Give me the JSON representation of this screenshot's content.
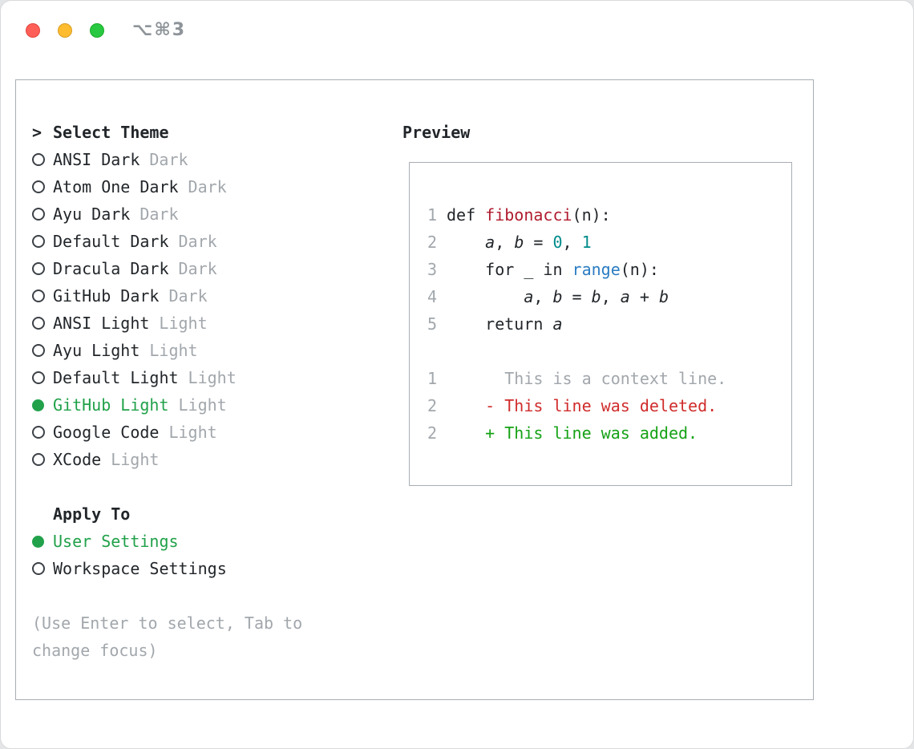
{
  "window": {
    "shortcut": "⌥⌘3"
  },
  "colors": {
    "text": "#22262a",
    "muted": "#a2a7ac",
    "selected-green": "#21a14a",
    "diff-green": "#16a216",
    "diff-red": "#d02c2c",
    "code-function": "#b01b2e",
    "code-number": "#008b8b",
    "code-builtin": "#2b7cc2",
    "border": "#a8aeb4",
    "traffic-red": "#ff5f57",
    "traffic-yellow": "#febc2e",
    "traffic-green": "#28c840"
  },
  "theme_panel": {
    "cursor": ">",
    "title": "Select Theme",
    "themes": [
      {
        "name": "ANSI Dark",
        "variant": "Dark",
        "selected": false
      },
      {
        "name": "Atom One Dark",
        "variant": "Dark",
        "selected": false
      },
      {
        "name": "Ayu Dark",
        "variant": "Dark",
        "selected": false
      },
      {
        "name": "Default Dark",
        "variant": "Dark",
        "selected": false
      },
      {
        "name": "Dracula Dark",
        "variant": "Dark",
        "selected": false
      },
      {
        "name": "GitHub Dark",
        "variant": "Dark",
        "selected": false
      },
      {
        "name": "ANSI Light",
        "variant": "Light",
        "selected": false
      },
      {
        "name": "Ayu Light",
        "variant": "Light",
        "selected": false
      },
      {
        "name": "Default Light",
        "variant": "Light",
        "selected": false
      },
      {
        "name": "GitHub Light",
        "variant": "Light",
        "selected": true
      },
      {
        "name": "Google Code",
        "variant": "Light",
        "selected": false
      },
      {
        "name": "XCode",
        "variant": "Light",
        "selected": false
      }
    ],
    "apply_to": {
      "title": "Apply To",
      "options": [
        {
          "label": "User Settings",
          "selected": true
        },
        {
          "label": "Workspace Settings",
          "selected": false
        }
      ]
    },
    "hint": "(Use Enter to select, Tab to change focus)"
  },
  "preview": {
    "title": "Preview",
    "lines": [
      {
        "num": "1",
        "tokens": [
          {
            "t": "def ",
            "c": "p"
          },
          {
            "t": "fibonacci",
            "c": "fn"
          },
          {
            "t": "(n):",
            "c": "p"
          }
        ]
      },
      {
        "num": "2",
        "tokens": [
          {
            "t": "    ",
            "c": "p"
          },
          {
            "t": "a",
            "c": "v"
          },
          {
            "t": ", ",
            "c": "p"
          },
          {
            "t": "b",
            "c": "v"
          },
          {
            "t": " = ",
            "c": "p"
          },
          {
            "t": "0",
            "c": "n"
          },
          {
            "t": ", ",
            "c": "p"
          },
          {
            "t": "1",
            "c": "n"
          }
        ]
      },
      {
        "num": "3",
        "tokens": [
          {
            "t": "    for _ in ",
            "c": "p"
          },
          {
            "t": "range",
            "c": "b"
          },
          {
            "t": "(n):",
            "c": "p"
          }
        ]
      },
      {
        "num": "4",
        "tokens": [
          {
            "t": "        ",
            "c": "p"
          },
          {
            "t": "a",
            "c": "v"
          },
          {
            "t": ", ",
            "c": "p"
          },
          {
            "t": "b",
            "c": "v"
          },
          {
            "t": " = ",
            "c": "p"
          },
          {
            "t": "b",
            "c": "v"
          },
          {
            "t": ", ",
            "c": "p"
          },
          {
            "t": "a",
            "c": "v"
          },
          {
            "t": " + ",
            "c": "p"
          },
          {
            "t": "b",
            "c": "v"
          }
        ]
      },
      {
        "num": "5",
        "tokens": [
          {
            "t": "    return ",
            "c": "p"
          },
          {
            "t": "a",
            "c": "v"
          }
        ]
      },
      {
        "blank": true
      },
      {
        "num": "1",
        "tokens": [
          {
            "t": "      This is a context line.",
            "c": "ctx"
          }
        ]
      },
      {
        "num": "2",
        "tokens": [
          {
            "t": "    - This line was deleted.",
            "c": "del"
          }
        ]
      },
      {
        "num": "2",
        "tokens": [
          {
            "t": "    + This line was added.",
            "c": "add"
          }
        ]
      }
    ]
  }
}
